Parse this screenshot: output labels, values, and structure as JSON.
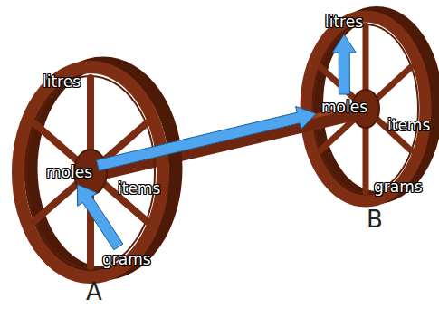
{
  "diagram": {
    "nodes": [
      {
        "text": [
          "litres"
        ]
      },
      {
        "text": [
          "moles"
        ]
      },
      {
        "text": [
          "items"
        ]
      },
      {
        "text": [
          "grams"
        ]
      },
      {
        "text": [
          "litres"
        ]
      },
      {
        "text": [
          "moles"
        ]
      },
      {
        "text": [
          "items"
        ]
      },
      {
        "text": [
          "grams"
        ]
      }
    ],
    "edges": [
      {
        "from": 3,
        "to": 1,
        "arrow": "to"
      },
      {
        "from": 1,
        "to": 5,
        "arrow": "to"
      },
      {
        "from": 5,
        "to": 4,
        "arrow": "to"
      }
    ],
    "labels": [
      "A",
      "B"
    ]
  }
}
